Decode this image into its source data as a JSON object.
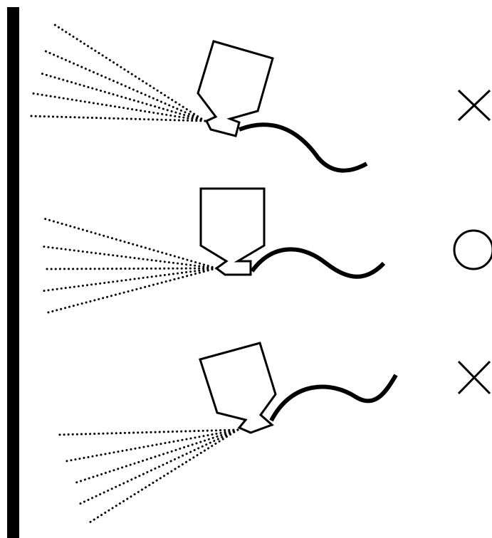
{
  "colors": {
    "ink": "#000000",
    "background": "#ffffff"
  },
  "rows": [
    {
      "id": "tilted-up",
      "result": "incorrect",
      "symbol": "cross-mark-icon"
    },
    {
      "id": "level",
      "result": "correct",
      "symbol": "circle-mark-icon"
    },
    {
      "id": "tilted-down",
      "result": "incorrect",
      "symbol": "cross-mark-icon"
    }
  ]
}
